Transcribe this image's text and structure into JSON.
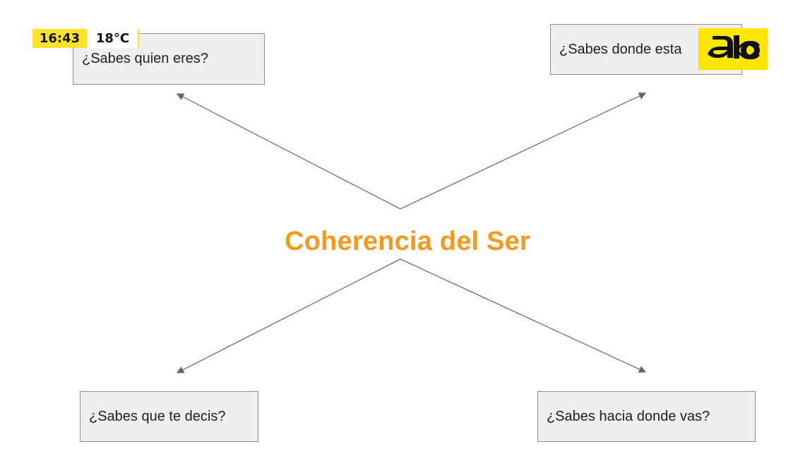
{
  "overlay": {
    "time": "16:43",
    "temperature": "18°C",
    "brand_color": "#ffe600"
  },
  "diagram": {
    "title": "Coherencia del Ser",
    "title_color": "#f39a1e",
    "nodes": {
      "top_left": "¿Sabes quien eres?",
      "top_right": "¿Sabes donde esta",
      "bottom_left": "¿Sabes que te decis?",
      "bottom_right": "¿Sabes hacia donde vas?"
    }
  },
  "logo": {
    "name": "abc-logo",
    "text": "abc"
  }
}
